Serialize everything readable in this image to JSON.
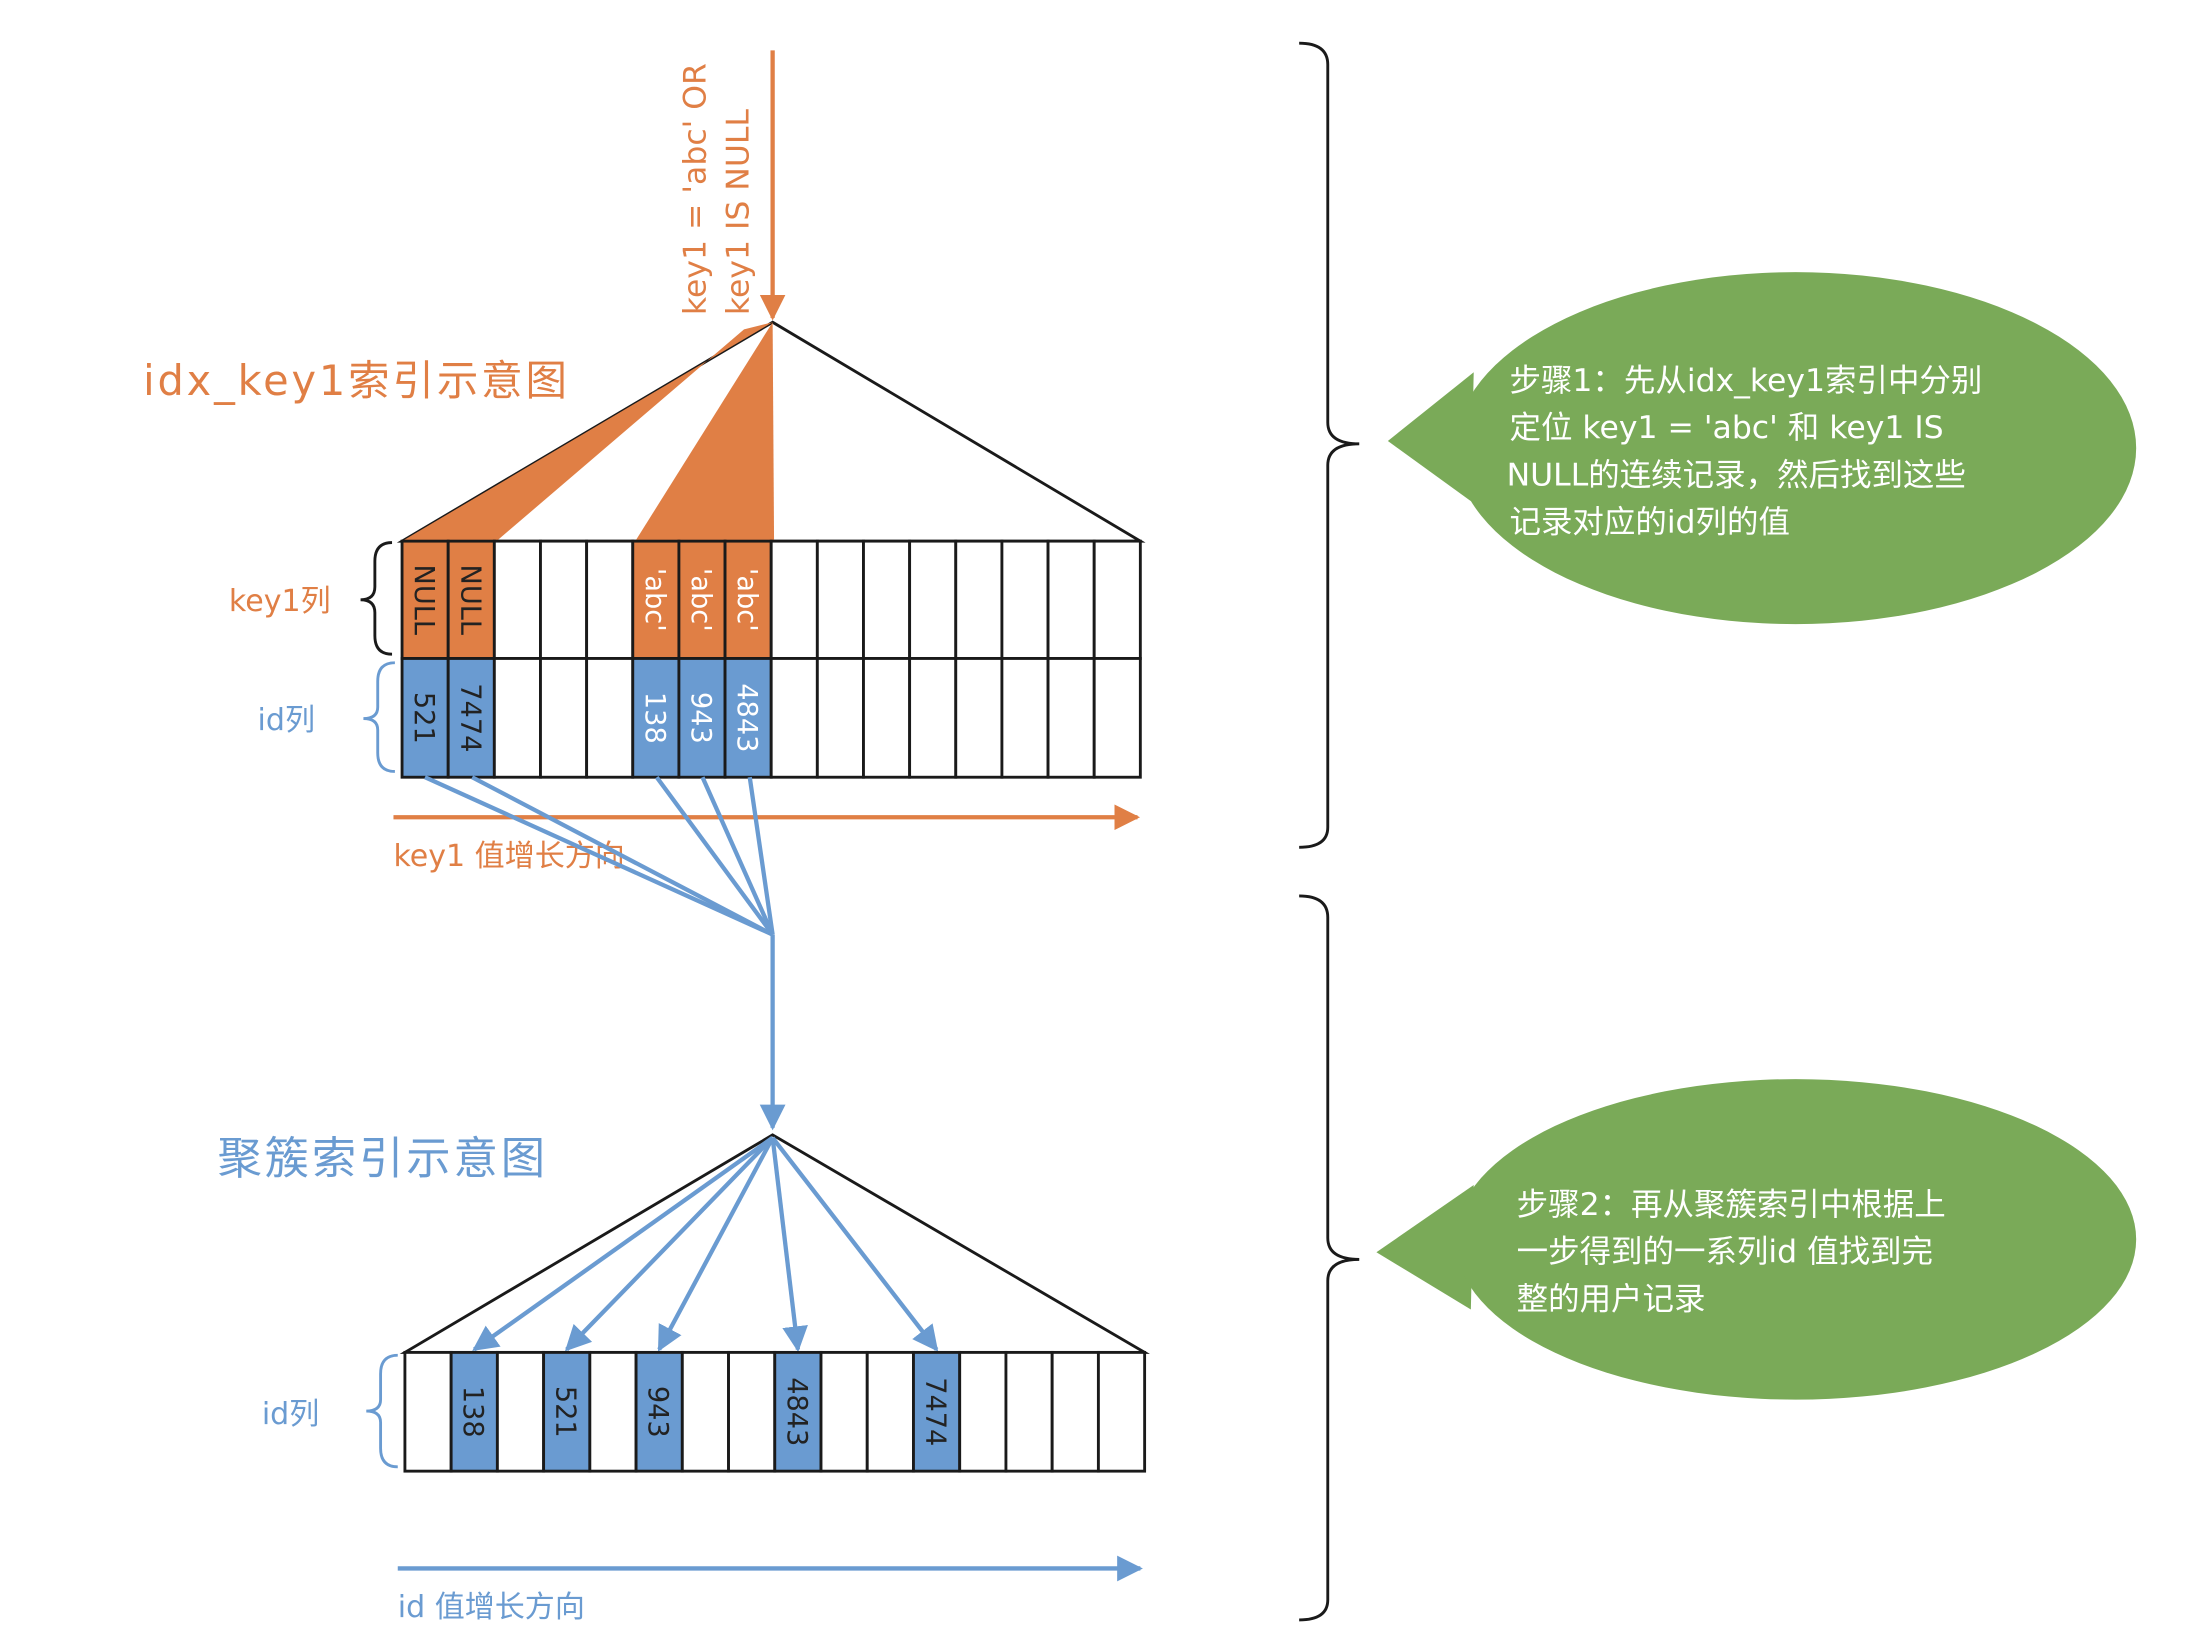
{
  "colors": {
    "orange": "#E07F45",
    "blue": "#6A9BD1",
    "green": "#7AAA58",
    "line": "#1a1a1a"
  },
  "secondary_index": {
    "title": "idx_key1索引示意图",
    "query_line1": "key1 = 'abc' OR",
    "query_line2": "key1 IS NULL",
    "key1_label": "key1列",
    "id_label": "id列",
    "key1_cells": [
      "NULL",
      "NULL",
      "",
      "",
      "",
      "'abc'",
      "'abc'",
      "'abc'",
      "",
      "",
      "",
      "",
      "",
      "",
      "",
      ""
    ],
    "id_cells": [
      "521",
      "7474",
      "",
      "",
      "",
      "138",
      "943",
      "4843",
      "",
      "",
      "",
      "",
      "",
      "",
      "",
      ""
    ],
    "direction_label": "key1 值增长方向"
  },
  "clustered_index": {
    "title": "聚簇索引示意图",
    "id_label": "id列",
    "id_cells": [
      "",
      "138",
      "",
      "521",
      "",
      "943",
      "",
      "",
      "4843",
      "",
      "",
      "7474",
      "",
      "",
      "",
      ""
    ],
    "direction_label": "id 值增长方向"
  },
  "steps": [
    {
      "lines": [
        "步骤1：先从idx_key1索引中分别",
        "定位 key1 = 'abc' 和 key1 IS",
        "NULL的连续记录，然后找到这些",
        "记录对应的id列的值"
      ]
    },
    {
      "lines": [
        "步骤2：再从聚簇索引中根据上",
        "一步得到的一系列id 值找到完",
        "整的用户记录"
      ]
    }
  ]
}
